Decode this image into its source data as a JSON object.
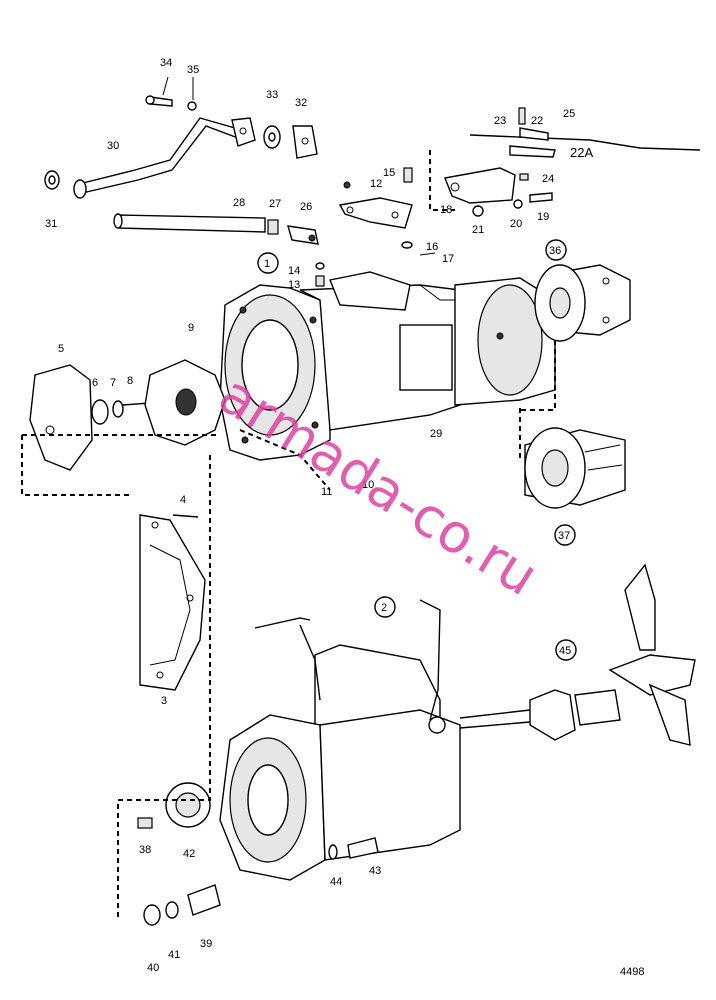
{
  "diagram": {
    "figure_number": "4498",
    "watermark": "armada-co.ru",
    "callouts": {
      "c1": "1",
      "c2": "2",
      "c3": "3",
      "c4": "4",
      "c5": "5",
      "c6": "6",
      "c7": "7",
      "c8": "8",
      "c9": "9",
      "c10": "10",
      "c11": "11",
      "c12": "12",
      "c13": "13",
      "c14": "14",
      "c15": "15",
      "c16": "16",
      "c17": "17",
      "c18": "18",
      "c19": "19",
      "c20": "20",
      "c21": "21",
      "c22": "22",
      "c22a": "22A",
      "c23": "23",
      "c24": "24",
      "c25": "25",
      "c26": "26",
      "c27": "27",
      "c28": "28",
      "c29": "29",
      "c30": "30",
      "c31": "31",
      "c32": "32",
      "c33": "33",
      "c34": "34",
      "c35": "35",
      "c36": "36",
      "c37": "37",
      "c38": "38",
      "c39": "39",
      "c40": "40",
      "c41": "41",
      "c42": "42",
      "c43": "43",
      "c44": "44",
      "c45": "45"
    }
  }
}
